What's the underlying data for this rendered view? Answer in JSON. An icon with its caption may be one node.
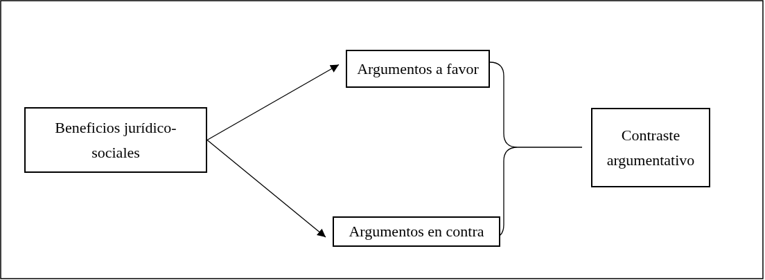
{
  "diagram": {
    "nodes": [
      {
        "text": [
          "Beneficios jurídico-sociales"
        ]
      },
      {
        "text": [
          "Argumentos a favor"
        ]
      },
      {
        "text": [
          "Argumentos en contra"
        ]
      },
      {
        "text": [
          "Contraste argumentativo"
        ]
      }
    ],
    "edges": [
      {
        "from": 0,
        "to": 1,
        "arrow": "to"
      },
      {
        "from": 0,
        "to": 2,
        "arrow": "to"
      }
    ]
  }
}
